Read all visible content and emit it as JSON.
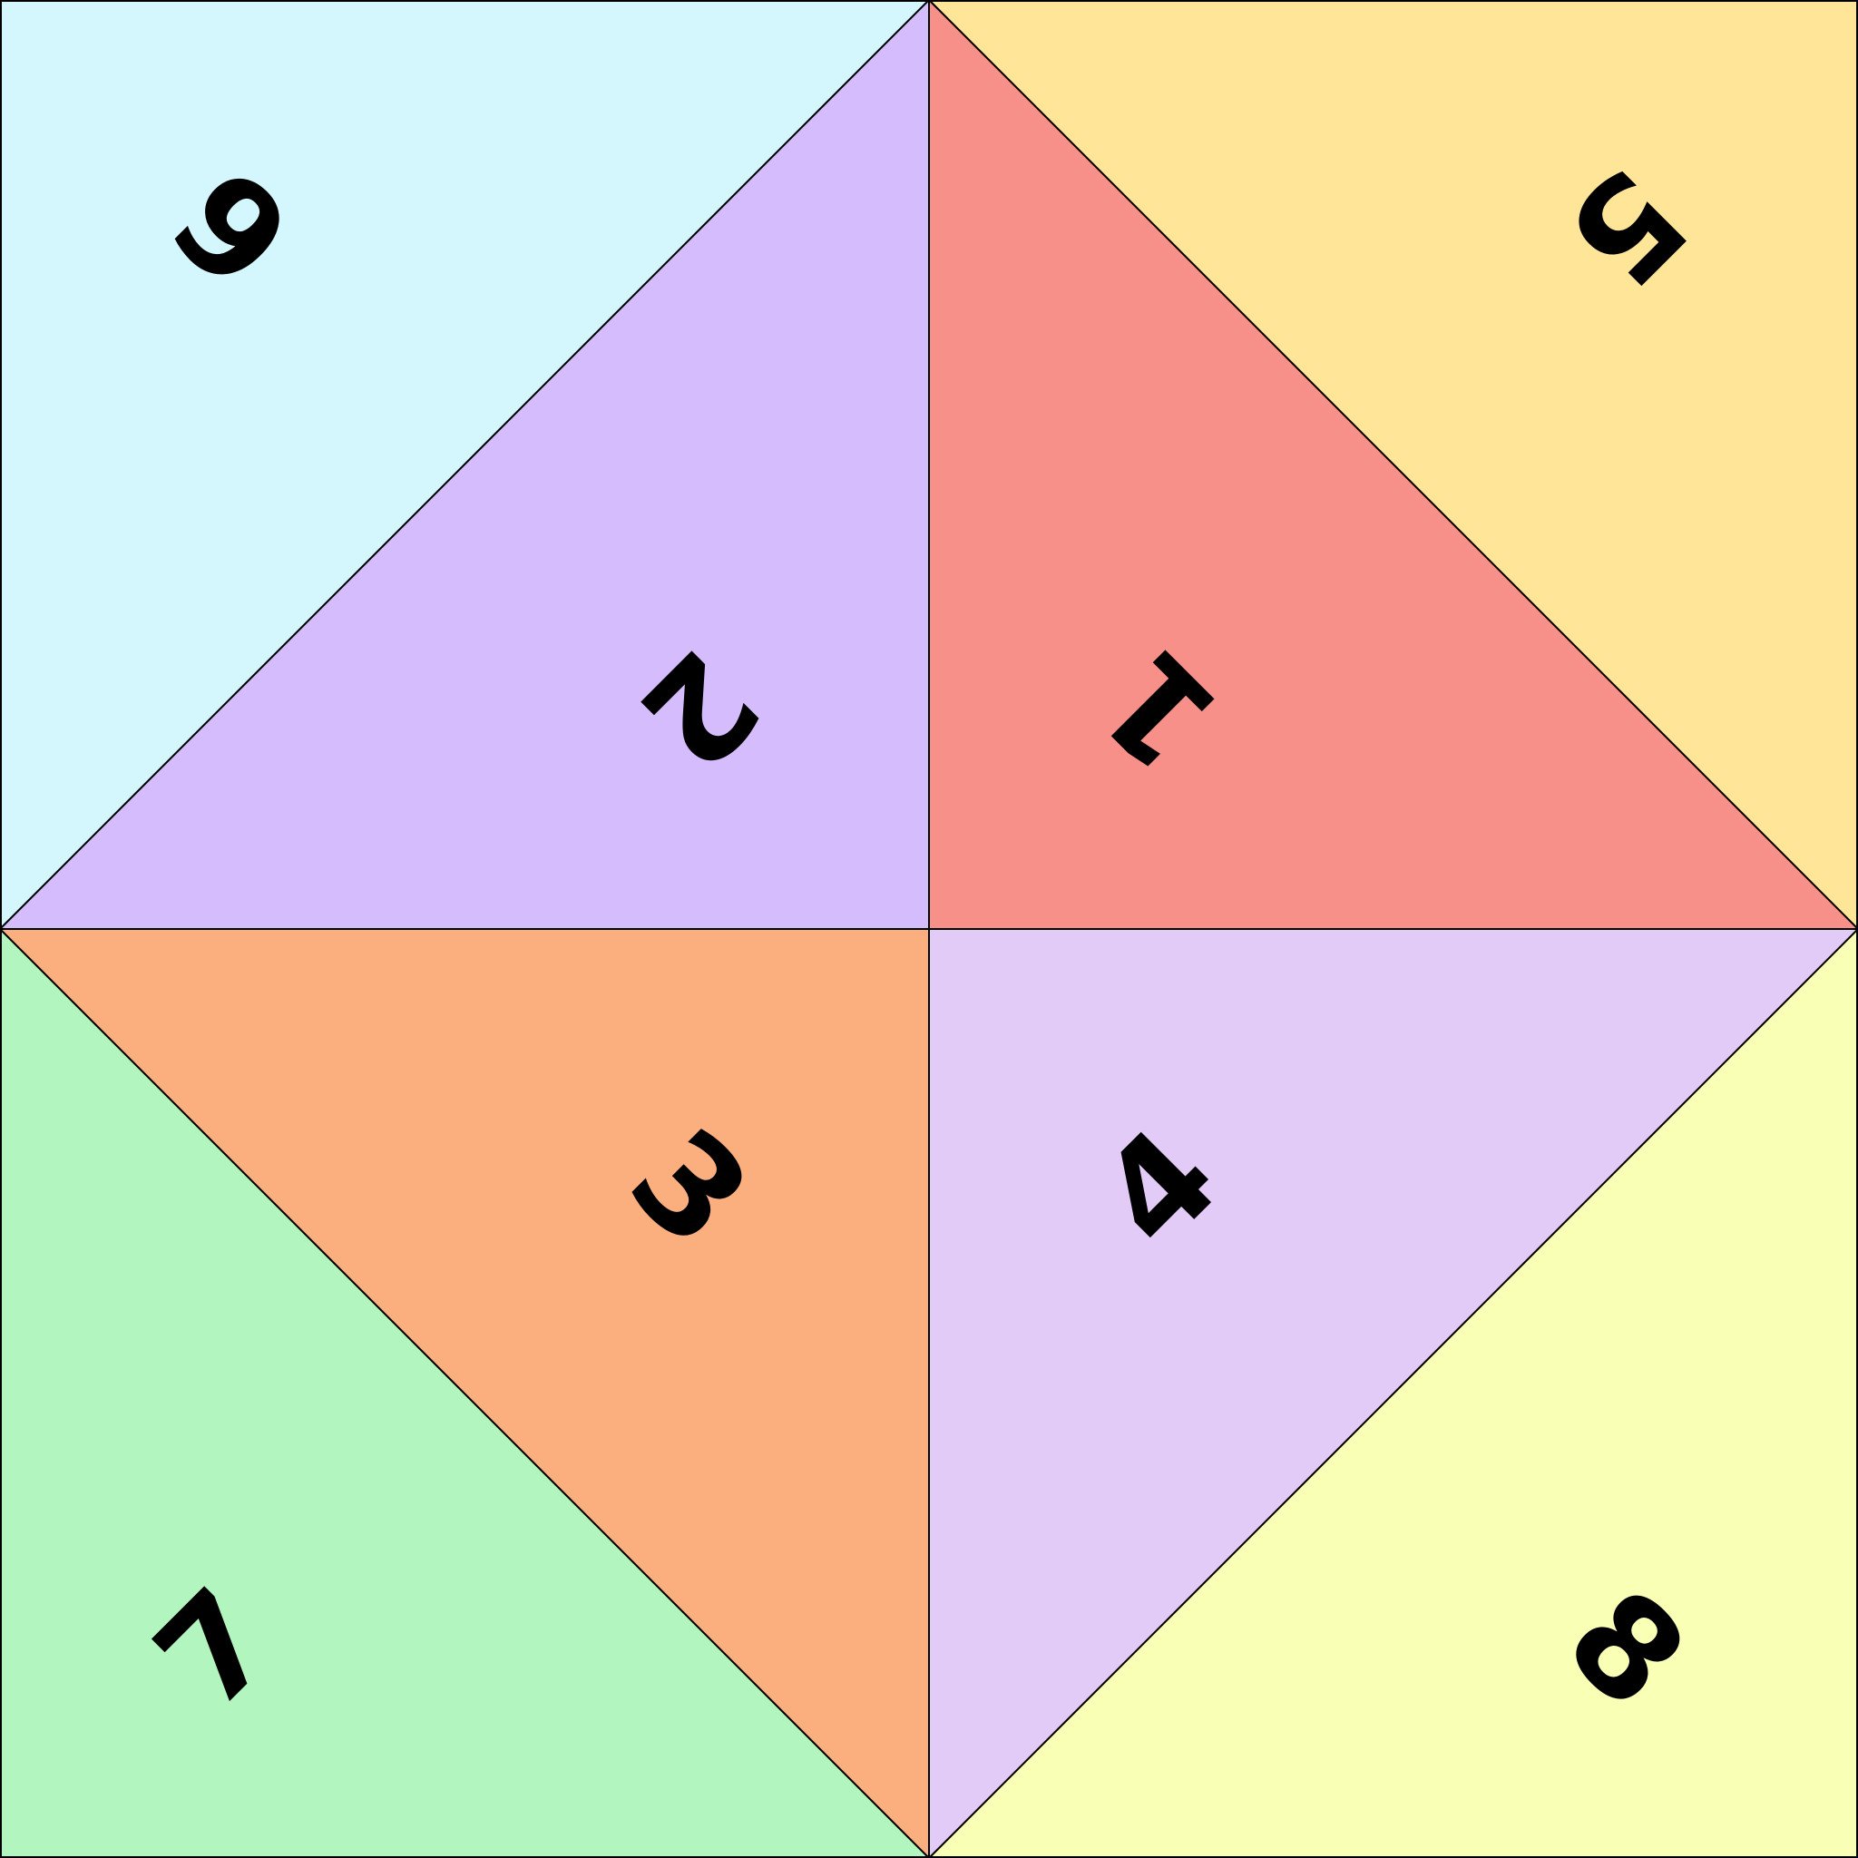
{
  "outer_panels": [
    {
      "id": "top-left",
      "number": "6",
      "color": "#d4f7fd"
    },
    {
      "id": "top-right",
      "number": "5",
      "color": "#ffe598"
    },
    {
      "id": "bottom-right",
      "number": "8",
      "color": "#f9ffb5"
    },
    {
      "id": "bottom-left",
      "number": "7",
      "color": "#b3f5bf"
    }
  ],
  "inner_panels": [
    {
      "id": "upper-left",
      "number": "2",
      "color": "#d4bcfd"
    },
    {
      "id": "upper-right",
      "number": "1",
      "color": "#f8908a"
    },
    {
      "id": "lower-right",
      "number": "4",
      "color": "#e2cbf7"
    },
    {
      "id": "lower-left",
      "number": "3",
      "color": "#fbae7e"
    }
  ]
}
